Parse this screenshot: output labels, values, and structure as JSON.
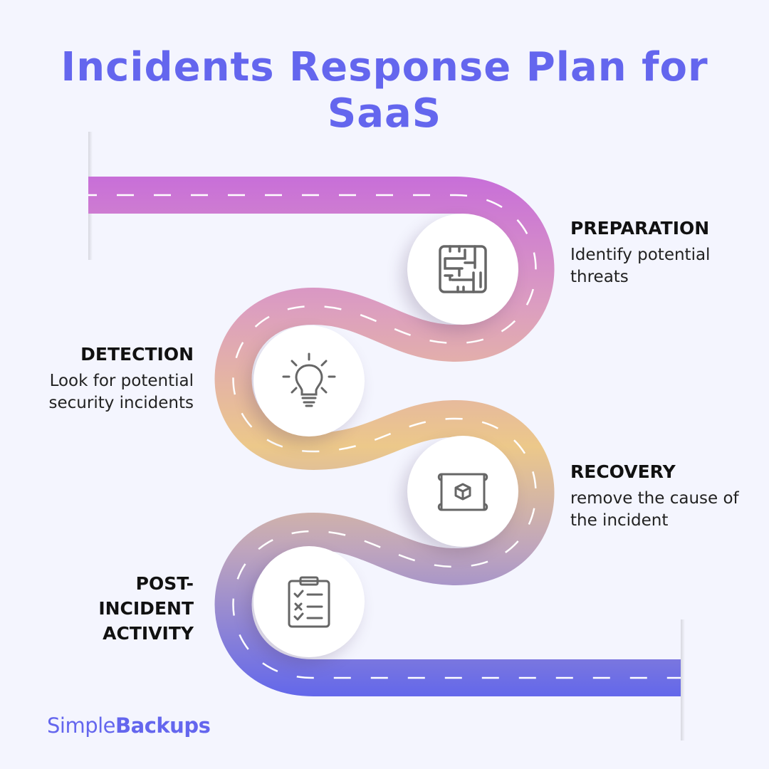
{
  "title": "Incidents Response Plan for SaaS",
  "steps": [
    {
      "title": "PREPARATION",
      "description": "Identify potential threats",
      "icon": "maze-icon"
    },
    {
      "title": "DETECTION",
      "description": "Look for potential security incidents",
      "icon": "lightbulb-icon"
    },
    {
      "title": "RECOVERY",
      "description": "remove the cause of the incident",
      "icon": "blueprint-icon"
    },
    {
      "title": "POST-INCIDENT ACTIVITY",
      "description": "",
      "icon": "checklist-icon"
    }
  ],
  "logo": {
    "part1": "Simple",
    "part2": "Backups"
  },
  "colors": {
    "accent": "#6466ee",
    "road_top": "#c86fd8",
    "road_mid": "#ecc88a",
    "road_bottom": "#6b6ee8"
  }
}
